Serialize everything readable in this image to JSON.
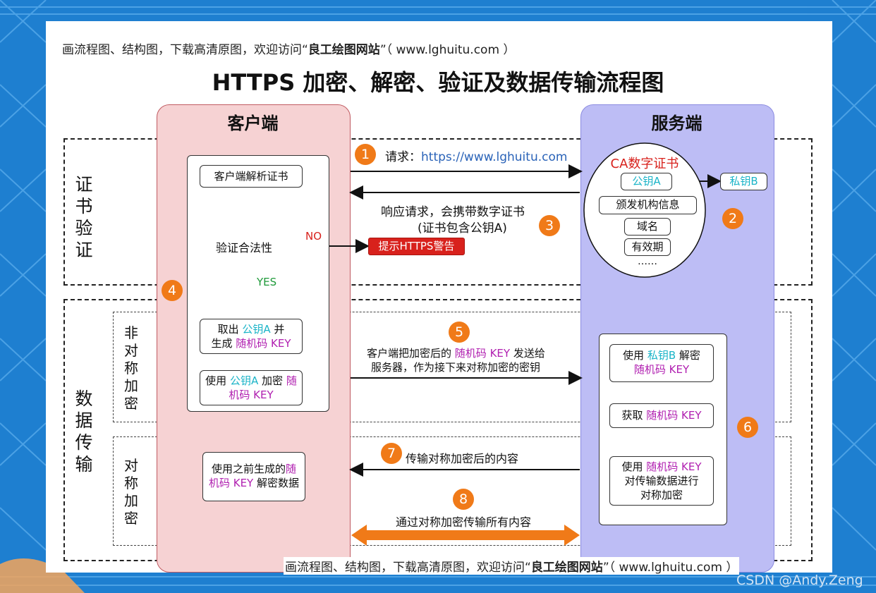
{
  "watermark_top": {
    "pre": "画流程图、结构图，下载高清原图，欢迎访问“",
    "bold": "良工绘图网站",
    "post": "”（ www.lghuitu.com ）"
  },
  "watermark_bottom": {
    "pre": "画流程图、结构图，下载高清原图，欢迎访问“",
    "bold": "良工绘图网站",
    "post": "”（ www.lghuitu.com ）"
  },
  "title": "HTTPS 加密、解密、验证及数据传输流程图",
  "client": {
    "title": "客户端"
  },
  "server": {
    "title": "服务端"
  },
  "sections": {
    "cert_verify": "证书验证",
    "data_transfer": "数据传输",
    "asymmetric": "非对称加密",
    "symmetric": "对称加密"
  },
  "client_flow": {
    "parse_cert": "客户端解析证书",
    "validate": "验证合法性",
    "no": "NO",
    "yes": "YES",
    "warning": "提示HTTPS警告",
    "take_a": "取出",
    "public_key_a": "公钥A",
    "and": "并",
    "generate": "生成",
    "random_key": "随机码 KEY",
    "use": "使用",
    "encrypt": "加密",
    "random_key_split1": "随",
    "random_key_split2": "机码 KEY",
    "sym_pre": "使用之前生成的",
    "sym_key1": "随",
    "sym_key2": "机码 KEY",
    "sym_post": "解密数据"
  },
  "server_flow": {
    "ca_title": "CA数字证书",
    "public_key_a": "公钥A",
    "private_key_b": "私钥B",
    "issuer": "颁发机构信息",
    "domain": "域名",
    "validity": "有效期",
    "ellipsis": "……",
    "use": "使用",
    "decrypt": "解密",
    "random_key": "随机码 KEY",
    "obtain": "获取",
    "sym1": "对传输数据进行",
    "sym2": "对称加密"
  },
  "steps": {
    "s1": "1",
    "s2": "2",
    "s3": "3",
    "s4": "4",
    "s5": "5",
    "s6": "6",
    "s7": "7",
    "s8": "8"
  },
  "messages": {
    "request_label": "请求：",
    "request_url": "https://www.lghuitu.com",
    "response1": "响应请求，会携带数字证书",
    "response2": "(证书包含公钥A)",
    "send1_pre": "客户端把加密后的",
    "send1_key": "随机码 KEY",
    "send1_post": "发送给",
    "send2": "服务器，作为接下来对称加密的密钥",
    "transfer": "传输对称加密后的内容",
    "all": "通过对称加密传输所有内容"
  },
  "credit": "CSDN @Andy.Zeng",
  "colors": {
    "client_lane": "#f6d2d3",
    "server_lane": "#bdbdf5",
    "step": "#f07a18",
    "cyan": "#1bb4c8",
    "magenta": "#b01fb0",
    "warning": "#d8211c",
    "diamond": "#fbf28a"
  }
}
